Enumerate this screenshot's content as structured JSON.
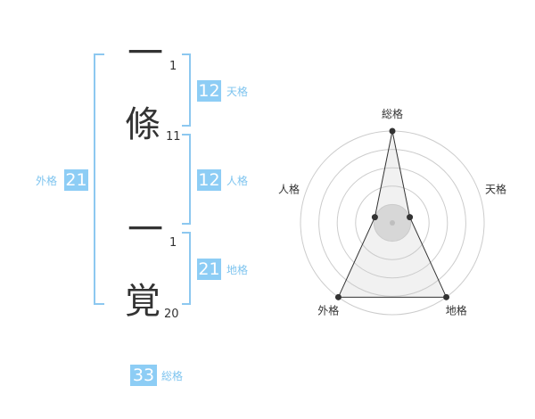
{
  "name": {
    "chars": [
      {
        "char": "一",
        "strokes": "1"
      },
      {
        "char": "條",
        "strokes": "11"
      },
      {
        "char": "一",
        "strokes": "1"
      },
      {
        "char": "覚",
        "strokes": "20"
      }
    ]
  },
  "fortune": {
    "tenkaku": {
      "value": "12",
      "label": "天格"
    },
    "jinkaku": {
      "value": "12",
      "label": "人格"
    },
    "chikaku": {
      "value": "21",
      "label": "地格"
    },
    "gaikaku": {
      "value": "21",
      "label": "外格"
    },
    "soukaku": {
      "value": "33",
      "label": "総格"
    }
  },
  "chart_data": {
    "type": "radar",
    "axes": [
      "総格",
      "天格",
      "地格",
      "外格",
      "人格"
    ],
    "values": [
      5,
      1,
      5,
      5,
      1
    ],
    "max": 5,
    "rings": 5
  }
}
